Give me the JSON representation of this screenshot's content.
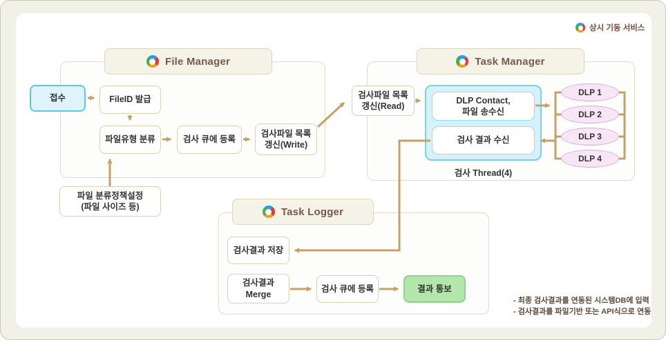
{
  "badge": {
    "label": "상시 기동 서비스"
  },
  "groups": {
    "file_manager": {
      "title": "File Manager"
    },
    "task_manager": {
      "title": "Task Manager",
      "thread_label": "검사 Thread(4)"
    },
    "task_logger": {
      "title": "Task Logger"
    }
  },
  "nodes": {
    "reception": {
      "label": "접수"
    },
    "fileid_issue": {
      "label": "FileID 발급"
    },
    "file_type_classify": {
      "label": "파일유형 분류"
    },
    "scan_queue_register_fm": {
      "label": "검사 큐에 등록"
    },
    "scan_file_list_write": {
      "label": "검사파일 목록\n갱신(Write)"
    },
    "file_policy": {
      "label": "파일 분류정책설정\n(파일 사이즈 등)"
    },
    "scan_file_list_read": {
      "label": "검사파일 목록\n갱신(Read)"
    },
    "dlp_contact": {
      "label": "DLP Contact,\n파일 송수신"
    },
    "scan_result_receive": {
      "label": "검사 결과 수신"
    },
    "dlp_servers": [
      {
        "label": "DLP 1"
      },
      {
        "label": "DLP 2"
      },
      {
        "label": "DLP 3"
      },
      {
        "label": "DLP 4"
      }
    ],
    "scan_result_save": {
      "label": "검사결과 저장"
    },
    "scan_result_merge": {
      "label": "검사결과\nMerge"
    },
    "scan_queue_register_tl": {
      "label": "검사 큐에 등록"
    },
    "result_notify": {
      "label": "결과 통보"
    }
  },
  "notes": {
    "text": "- 최종 검사결과를 연동된 시스템DB에 입력\n- 검사결과를 파일기반 또는 API식으로 연동"
  },
  "colors": {
    "arrow": "#c5a167",
    "accent_blue": "#5ac8e8",
    "accent_pink": "#dbabd6",
    "accent_green": "#8cd48c",
    "frame": "#f2f1e7"
  }
}
